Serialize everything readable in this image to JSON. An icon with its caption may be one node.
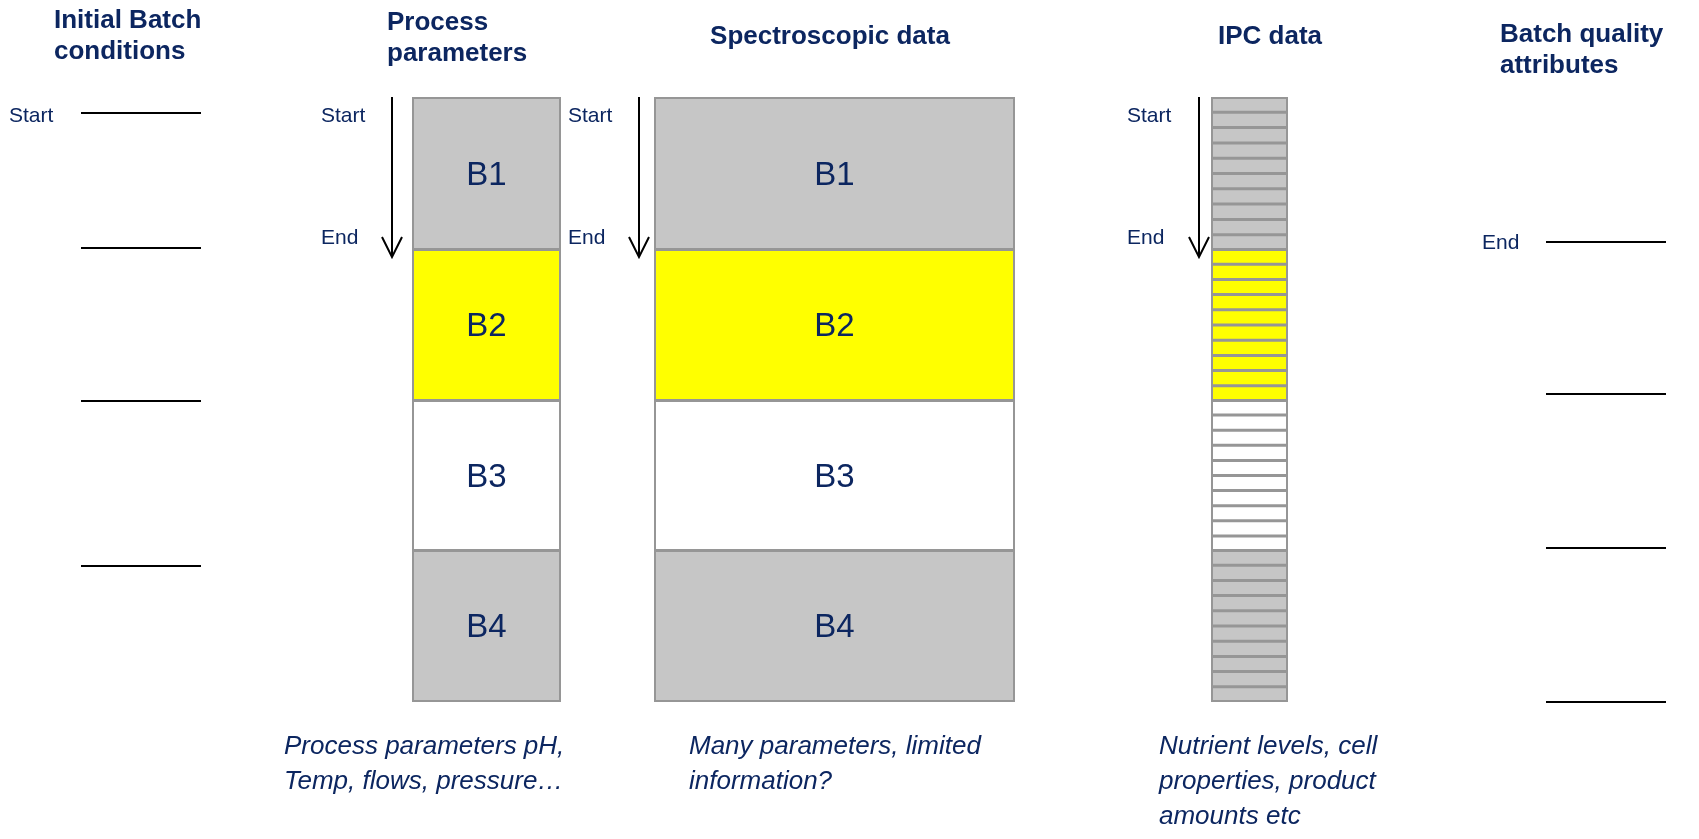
{
  "diagram": {
    "nodes": [
      {
        "text": [
          "B1"
        ]
      },
      {
        "text": [
          "B2"
        ]
      },
      {
        "text": [
          "B3"
        ]
      },
      {
        "text": [
          "B4"
        ]
      },
      {
        "text": [
          "B1"
        ]
      },
      {
        "text": [
          "B2"
        ]
      },
      {
        "text": [
          "B3"
        ]
      },
      {
        "text": [
          "B4"
        ]
      },
      {
        "text": [],
        "shape": "box"
      },
      {
        "text": [],
        "shape": "box"
      },
      {
        "text": [],
        "shape": "box"
      },
      {
        "text": [],
        "shape": "box"
      }
    ],
    "labels": [
      "Initial Batch conditions",
      "Process parameters",
      "Spectroscopic data",
      "IPC data",
      "Batch quality attributes",
      "Start",
      "Start",
      "Start",
      "Start",
      "End",
      "End",
      "End",
      "End",
      "Process parameters pH, Temp, flows, pressure…",
      "Many parameters, limited information?",
      "Nutrient levels, cell properties, product amounts etc"
    ]
  }
}
